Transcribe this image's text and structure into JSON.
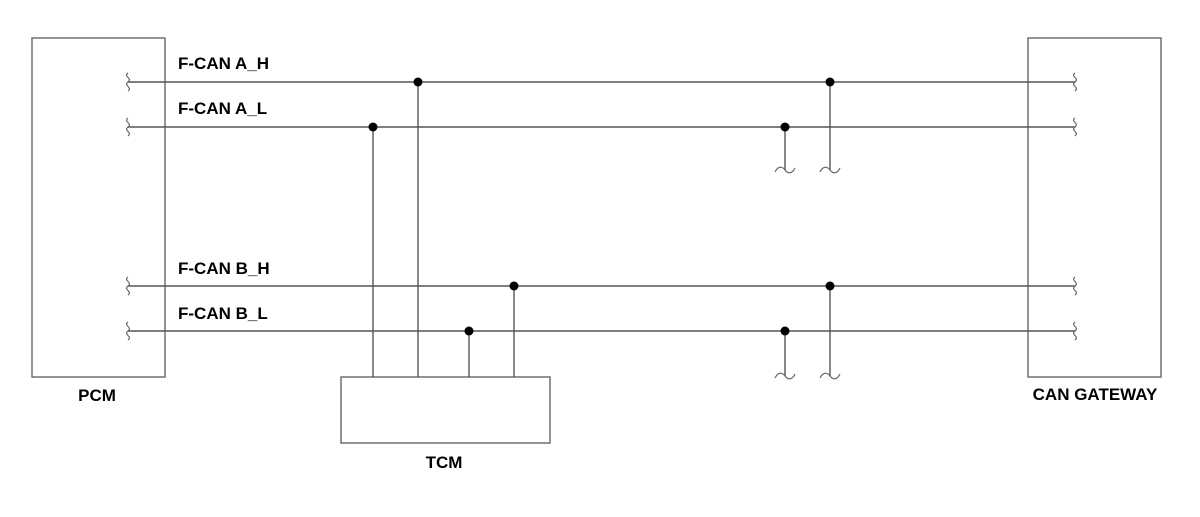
{
  "modules": {
    "pcm": "PCM",
    "gateway": "CAN GATEWAY",
    "tcm": "TCM"
  },
  "buses": {
    "a_h": "F-CAN A_H",
    "a_l": "F-CAN A_L",
    "b_h": "F-CAN B_H",
    "b_l": "F-CAN B_L"
  },
  "colors": {
    "line": "#555555",
    "node": "#000000",
    "box": "#666666"
  }
}
